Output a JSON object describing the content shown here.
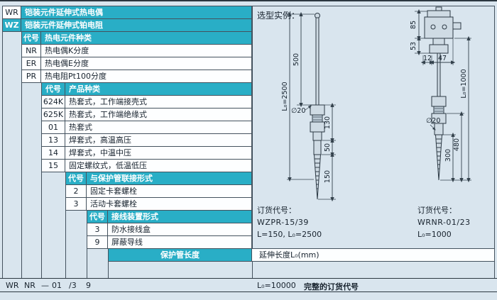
{
  "colors": {
    "accent": "#29aec6",
    "background": "#d9e5ee",
    "line": "#44525e"
  },
  "product_rows": [
    {
      "code": "WR",
      "label": "铠装元件延伸式热电偶"
    },
    {
      "code": "WZ",
      "label": "铠装元件延伸式铂电阻"
    }
  ],
  "sections": [
    {
      "code_header": "代号",
      "title": "热电元件种类",
      "rows": [
        {
          "code": "NR",
          "label": "热电偶K分度"
        },
        {
          "code": "ER",
          "label": "热电偶E分度"
        },
        {
          "code": "PR",
          "label": "热电阻Pt100分度"
        }
      ]
    },
    {
      "code_header": "代号",
      "title": "产品种类",
      "rows": [
        {
          "code": "624K",
          "label": "热套式，工作端接壳式"
        },
        {
          "code": "625K",
          "label": "热套式，工作端绝缘式"
        },
        {
          "code": "01",
          "label": "热套式"
        },
        {
          "code": "13",
          "label": "焊套式，高温高压"
        },
        {
          "code": "14",
          "label": "焊套式，中温中压"
        },
        {
          "code": "15",
          "label": "固定螺纹式，低温低压"
        }
      ]
    },
    {
      "code_header": "代号",
      "title": "与保护管联接形式",
      "rows": [
        {
          "code": "2",
          "label": "固定卡套螺栓"
        },
        {
          "code": "3",
          "label": "活动卡套螺栓"
        }
      ]
    },
    {
      "code_header": "代号",
      "title": "接线装置形式",
      "rows": [
        {
          "code": "3",
          "label": "防水接线盒"
        },
        {
          "code": "9",
          "label": "屏蔽导线"
        }
      ]
    }
  ],
  "length_row": {
    "title": "保护管长度",
    "value": "延伸长度L₀(mm)"
  },
  "example": {
    "title": "选型实例：",
    "left_dims": {
      "d500": "500",
      "l0": "L₀=2500",
      "dia": "∅20",
      "d130": "130",
      "d50": "50",
      "d150": "150"
    },
    "right_dims": {
      "d85": "85",
      "d53": "53",
      "d12": "12",
      "d47": "47",
      "l0": "L₀=1000",
      "dia": "∅20",
      "d300": "300",
      "d480": "480"
    },
    "left_order": {
      "label": "订货代号：",
      "code": "WZPR-15/39",
      "detail": "L=150, L₀=2500"
    },
    "right_order": {
      "label": "订货代号：",
      "code": "WRNR-01/23",
      "detail": "L₀=1000"
    }
  },
  "footer": {
    "c0": "WR",
    "c1": "NR",
    "c2": "—",
    "c3": "01",
    "c4": "/3",
    "c5": "9",
    "length": "L₀=10000",
    "label": "完整的订货代号"
  }
}
